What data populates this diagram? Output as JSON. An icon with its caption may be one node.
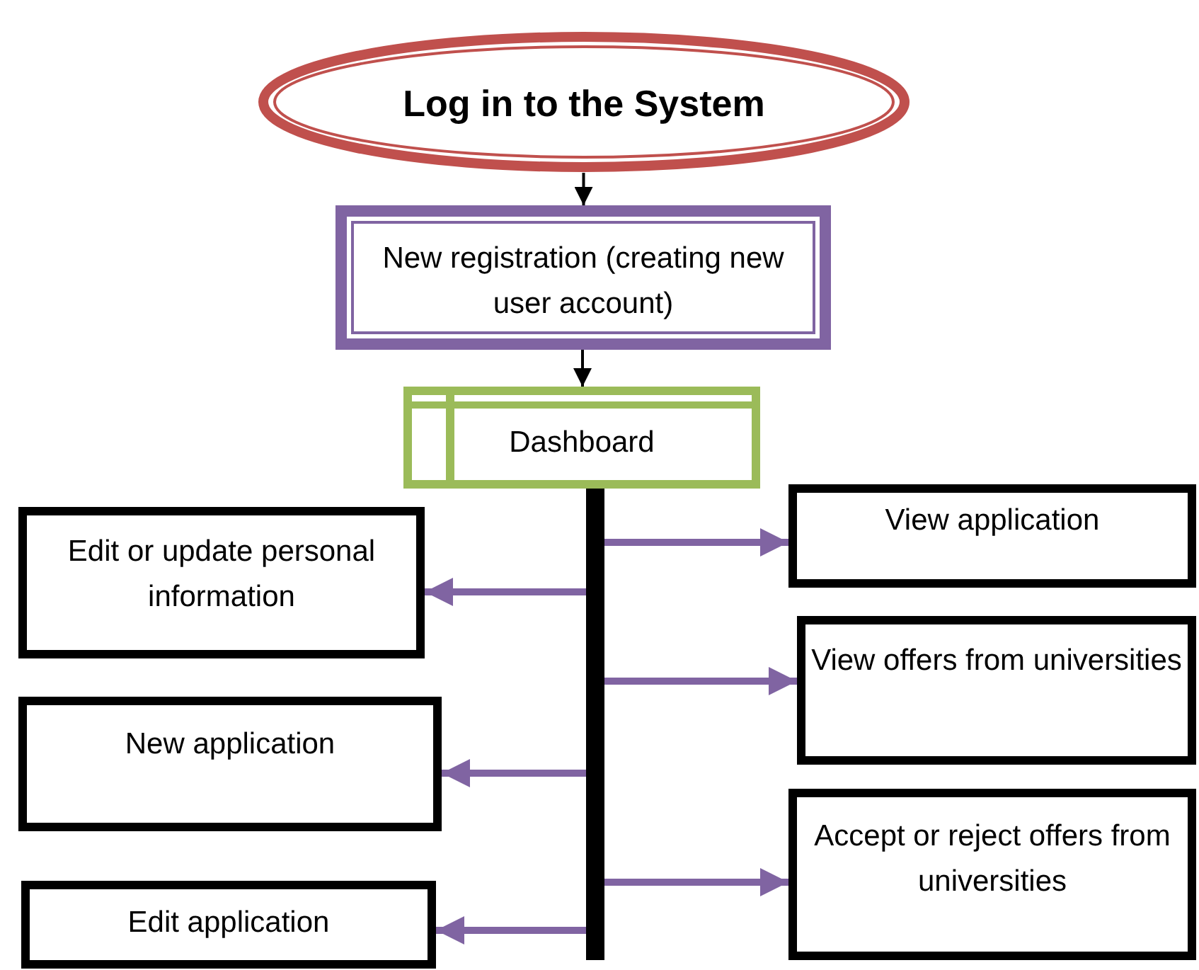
{
  "diagram": {
    "nodes": [
      {
        "text": [
          "Log in to the System"
        ]
      },
      {
        "text": [
          "New registration (creating new user account)"
        ]
      },
      {
        "text": [
          "Dashboard"
        ]
      },
      {
        "text": [
          "View application"
        ]
      },
      {
        "text": [
          "Edit or update personal information"
        ]
      },
      {
        "text": [
          "View offers from universities"
        ]
      },
      {
        "text": [
          "New application"
        ]
      },
      {
        "text": [
          "Accept or reject offers from universities"
        ]
      },
      {
        "text": [
          "Edit application"
        ]
      }
    ],
    "edges": [
      {
        "from": 0,
        "to": 1,
        "arrow": "to",
        "color": "#000000"
      },
      {
        "from": 1,
        "to": 2,
        "arrow": "to",
        "color": "#000000"
      },
      {
        "from": 2,
        "to": 3,
        "arrow": "to"
      },
      {
        "from": 2,
        "to": 4,
        "arrow": "to"
      },
      {
        "from": 2,
        "to": 5,
        "arrow": "to"
      },
      {
        "from": 2,
        "to": 6,
        "arrow": "to"
      },
      {
        "from": 2,
        "to": 7,
        "arrow": "to"
      },
      {
        "from": 2,
        "to": 8,
        "arrow": "to"
      }
    ]
  }
}
